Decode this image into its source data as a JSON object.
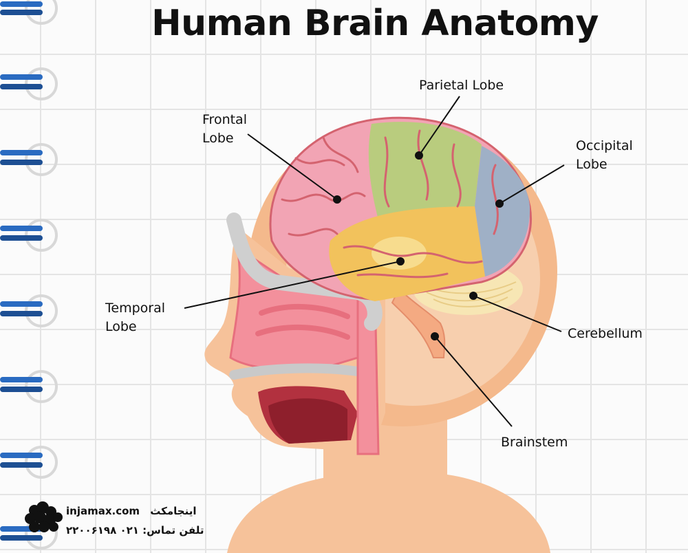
{
  "title": "Human Brain Anatomy",
  "labels": {
    "frontal": "Frontal\nLobe",
    "parietal": "Parietal Lobe",
    "occipital": "Occipital\nLobe",
    "temporal": "Temporal\nLobe",
    "cerebellum": "Cerebellum",
    "brainstem": "Brainstem"
  },
  "brand": {
    "site": "injamax.com",
    "name_fa": "اینجامکث",
    "phone": "تلفن تماس: ۰۲۱ ۲۲۰۰۶۱۹۸"
  },
  "colors": {
    "frontal": "#f2a4b4",
    "parietal": "#b9cc7e",
    "occipital": "#9fb0c6",
    "temporal": "#f2c25c",
    "cerebellum": "#f7e6b4",
    "skin": "#f6c29a",
    "ring": "#1f5ea8"
  }
}
